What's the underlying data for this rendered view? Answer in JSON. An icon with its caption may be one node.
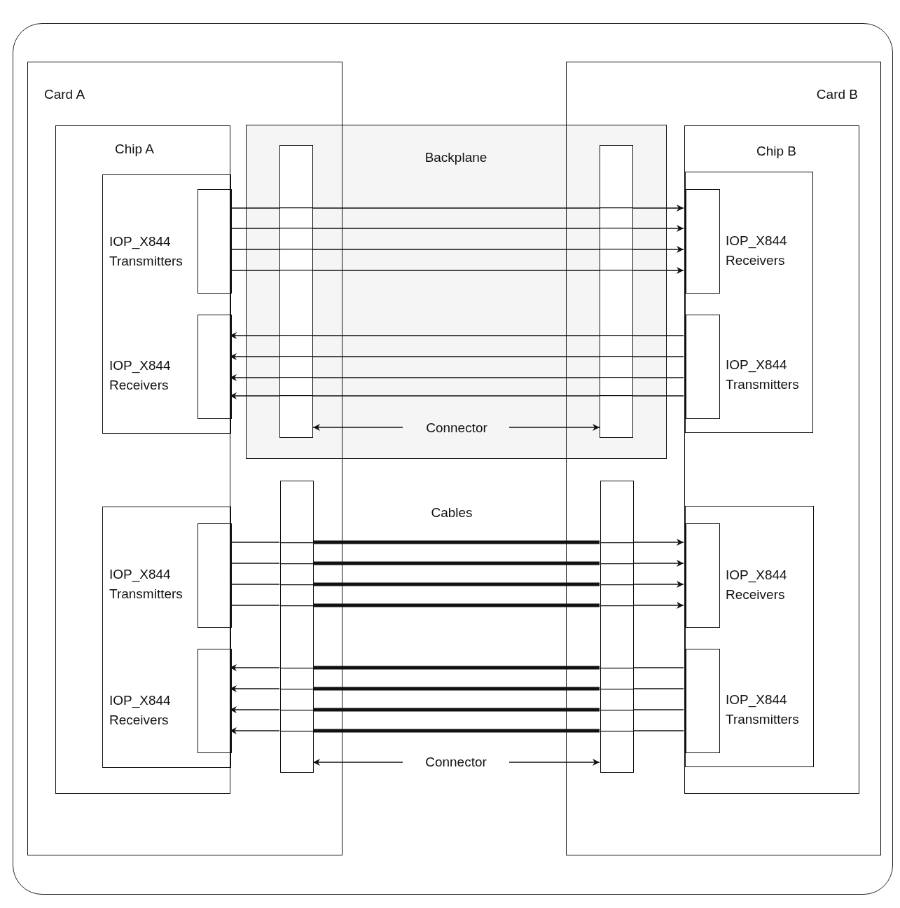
{
  "diagram": {
    "nodes": [
      {
        "text": [
          "Card A"
        ]
      },
      {
        "text": [
          "Card B"
        ]
      },
      {
        "text": [
          "Chip A"
        ],
        "in": 0
      },
      {
        "text": [
          "Chip B"
        ],
        "in": 1
      },
      {
        "text": [
          "Backplane"
        ]
      },
      {
        "text": [
          "IOP_X844 Transmitters",
          "IOP_X844 Receivers"
        ],
        "in": 2
      },
      {
        "text": [],
        "shape": "box",
        "in": 5
      },
      {
        "text": [],
        "shape": "box",
        "in": 5
      },
      {
        "text": [
          "IOP_X844 Receivers",
          "IOP_X844 Transmitters"
        ],
        "in": 3
      },
      {
        "text": [],
        "shape": "box",
        "in": 8
      },
      {
        "text": [],
        "shape": "box",
        "in": 8
      },
      {
        "text": [],
        "shape": "box"
      },
      {
        "text": [],
        "shape": "box"
      },
      {
        "text": [
          "Connector"
        ],
        "in": 4
      },
      {
        "text": [],
        "shape": "box",
        "in": 0
      },
      {
        "text": [],
        "shape": "box",
        "in": 1
      },
      {
        "text": [
          "IOP_X844 Transmitters",
          "IOP_X844 Receivers"
        ],
        "in": 2
      },
      {
        "text": [],
        "shape": "box",
        "in": 16
      },
      {
        "text": [],
        "shape": "box",
        "in": 16
      },
      {
        "text": [
          "IOP_X844 Receivers",
          "IOP_X844 Transmitters"
        ],
        "in": 3
      },
      {
        "text": [],
        "shape": "box",
        "in": 19
      },
      {
        "text": [],
        "shape": "box",
        "in": 19
      },
      {
        "text": [
          "Connector"
        ]
      }
    ],
    "edges": [
      {
        "from": 6,
        "to": 11,
        "arrow": "none"
      },
      {
        "from": 11,
        "to": 12,
        "arrow": "none"
      },
      {
        "from": 12,
        "to": 9,
        "arrow": "to"
      },
      {
        "from": 6,
        "to": 11,
        "arrow": "none"
      },
      {
        "from": 11,
        "to": 12,
        "arrow": "none"
      },
      {
        "from": 12,
        "to": 9,
        "arrow": "to"
      },
      {
        "from": 6,
        "to": 11,
        "arrow": "none"
      },
      {
        "from": 11,
        "to": 12,
        "arrow": "none"
      },
      {
        "from": 12,
        "to": 9,
        "arrow": "to"
      },
      {
        "from": 6,
        "to": 11,
        "arrow": "none"
      },
      {
        "from": 11,
        "to": 12,
        "arrow": "none"
      },
      {
        "from": 12,
        "to": 9,
        "arrow": "to"
      },
      {
        "from": 10,
        "to": 12,
        "arrow": "none"
      },
      {
        "from": 12,
        "to": 11,
        "arrow": "none"
      },
      {
        "from": 11,
        "to": 7,
        "arrow": "to"
      },
      {
        "from": 10,
        "to": 12,
        "arrow": "none"
      },
      {
        "from": 12,
        "to": 11,
        "arrow": "none"
      },
      {
        "from": 11,
        "to": 7,
        "arrow": "to"
      },
      {
        "from": 10,
        "to": 12,
        "arrow": "none"
      },
      {
        "from": 12,
        "to": 11,
        "arrow": "none"
      },
      {
        "from": 11,
        "to": 7,
        "arrow": "to"
      },
      {
        "from": 10,
        "to": 12,
        "arrow": "none"
      },
      {
        "from": 12,
        "to": 11,
        "arrow": "none"
      },
      {
        "from": 11,
        "to": 7,
        "arrow": "to"
      },
      {
        "from": 13,
        "to": 11,
        "arrow": "to"
      },
      {
        "from": 13,
        "to": 12,
        "arrow": "to"
      },
      {
        "from": 17,
        "to": 14,
        "arrow": "none"
      },
      {
        "from": 14,
        "to": 15,
        "arrow": "none",
        "style": "thick"
      },
      {
        "from": 15,
        "to": 20,
        "arrow": "to"
      },
      {
        "from": 17,
        "to": 14,
        "arrow": "none"
      },
      {
        "from": 14,
        "to": 15,
        "arrow": "none",
        "style": "thick"
      },
      {
        "from": 15,
        "to": 20,
        "arrow": "to"
      },
      {
        "from": 17,
        "to": 14,
        "arrow": "none"
      },
      {
        "from": 14,
        "to": 15,
        "arrow": "none",
        "style": "thick"
      },
      {
        "from": 15,
        "to": 20,
        "arrow": "to"
      },
      {
        "from": 17,
        "to": 14,
        "arrow": "none"
      },
      {
        "from": 14,
        "to": 15,
        "arrow": "none",
        "style": "thick"
      },
      {
        "from": 15,
        "to": 20,
        "arrow": "to"
      },
      {
        "from": 21,
        "to": 15,
        "arrow": "none"
      },
      {
        "from": 15,
        "to": 14,
        "arrow": "none",
        "style": "thick"
      },
      {
        "from": 14,
        "to": 18,
        "arrow": "to"
      },
      {
        "from": 21,
        "to": 15,
        "arrow": "none"
      },
      {
        "from": 15,
        "to": 14,
        "arrow": "none",
        "style": "thick"
      },
      {
        "from": 14,
        "to": 18,
        "arrow": "to"
      },
      {
        "from": 21,
        "to": 15,
        "arrow": "none"
      },
      {
        "from": 15,
        "to": 14,
        "arrow": "none",
        "style": "thick"
      },
      {
        "from": 14,
        "to": 18,
        "arrow": "to"
      },
      {
        "from": 21,
        "to": 15,
        "arrow": "none"
      },
      {
        "from": 15,
        "to": 14,
        "arrow": "none",
        "style": "thick"
      },
      {
        "from": 14,
        "to": 18,
        "arrow": "to"
      },
      {
        "from": 22,
        "to": 14,
        "arrow": "to"
      },
      {
        "from": 22,
        "to": 15,
        "arrow": "to"
      }
    ],
    "labels": [
      "Cables"
    ]
  }
}
